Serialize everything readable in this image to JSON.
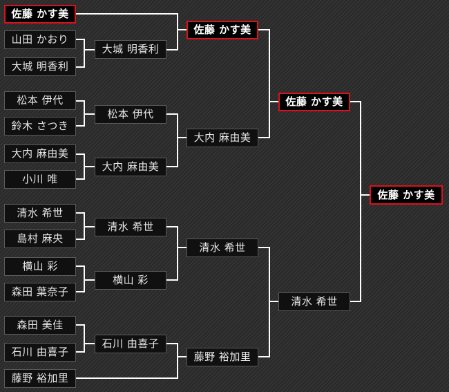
{
  "bracket": {
    "round1": [
      "佐藤 かす美",
      "山田 かおり",
      "大城 明香利",
      "松本 伊代",
      "鈴木 さつき",
      "大内 麻由美",
      "小川 唯",
      "清水 希世",
      "島村 麻央",
      "横山 彩",
      "森田 葉奈子",
      "森田 美佳",
      "石川 由喜子",
      "藤野 裕加里"
    ],
    "round2": [
      "大城 明香利",
      "松本 伊代",
      "大内 麻由美",
      "清水 希世",
      "横山 彩",
      "石川 由喜子"
    ],
    "round3": [
      "佐藤 かす美",
      "大内 麻由美",
      "清水 希世",
      "藤野 裕加里"
    ],
    "semifinal": [
      "佐藤 かす美",
      "清水 希世"
    ],
    "champion": "佐藤 かす美"
  },
  "colors": {
    "winner_border": "#e0101a",
    "line": "#ffffff",
    "box_bg": "#101010"
  }
}
